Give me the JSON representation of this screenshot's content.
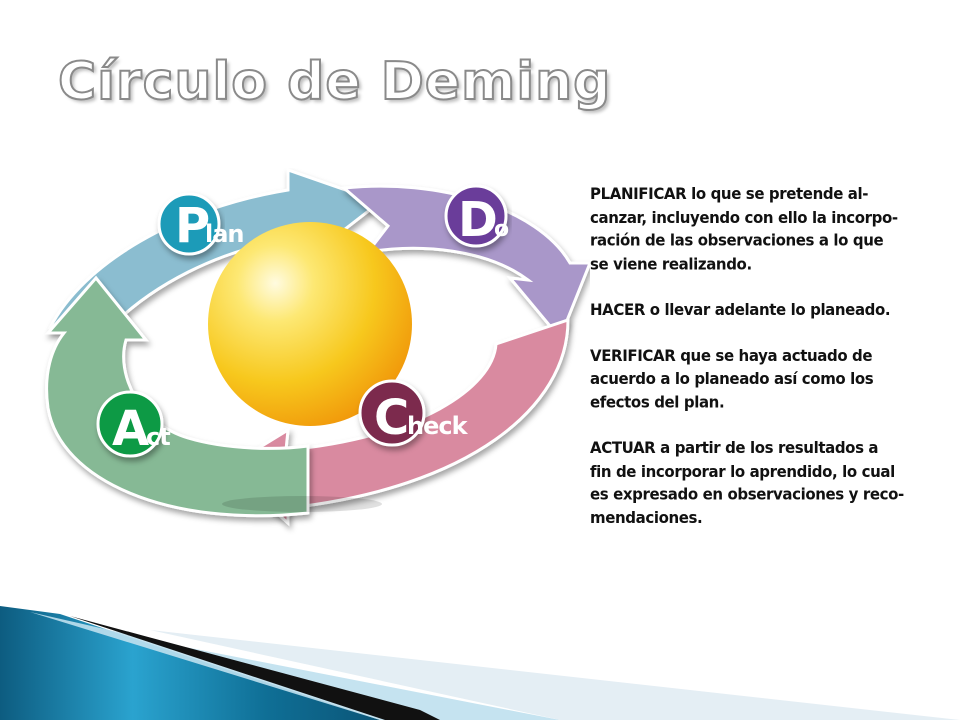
{
  "title": "Círculo de Deming",
  "diagram": {
    "plan": {
      "big": "P",
      "small": "lan",
      "color": "#1a9bb8",
      "arrow_color": "#8bbdd0"
    },
    "do": {
      "big": "D",
      "small": "o",
      "color": "#6b3d9a",
      "arrow_color": "#a997c9"
    },
    "check": {
      "big": "C",
      "small": "heck",
      "color": "#7c2a4e",
      "arrow_color": "#d98aa0"
    },
    "act": {
      "big": "A",
      "small": "ct",
      "color": "#0f9a45",
      "arrow_color": "#86b995"
    },
    "sphere_color": "#f7c81d"
  },
  "paragraphs": [
    {
      "keyword": "PLANIFICAR",
      "text": " lo que se pretende al-\ncanzar, incluyendo con ello la incorpo-\nración de las observaciones a lo que\nse viene realizando."
    },
    {
      "keyword": "HACER",
      "text": " o llevar adelante lo planeado."
    },
    {
      "keyword": "VERIFICAR",
      "text": " que se haya actuado de\nacuerdo a lo planeado así como los\nefectos del plan."
    },
    {
      "keyword": "ACTUAR",
      "text": " a partir de los resultados a\nfin de incorporar lo aprendido, lo cual\nes expresado en observaciones y reco-\nmendaciones."
    }
  ]
}
